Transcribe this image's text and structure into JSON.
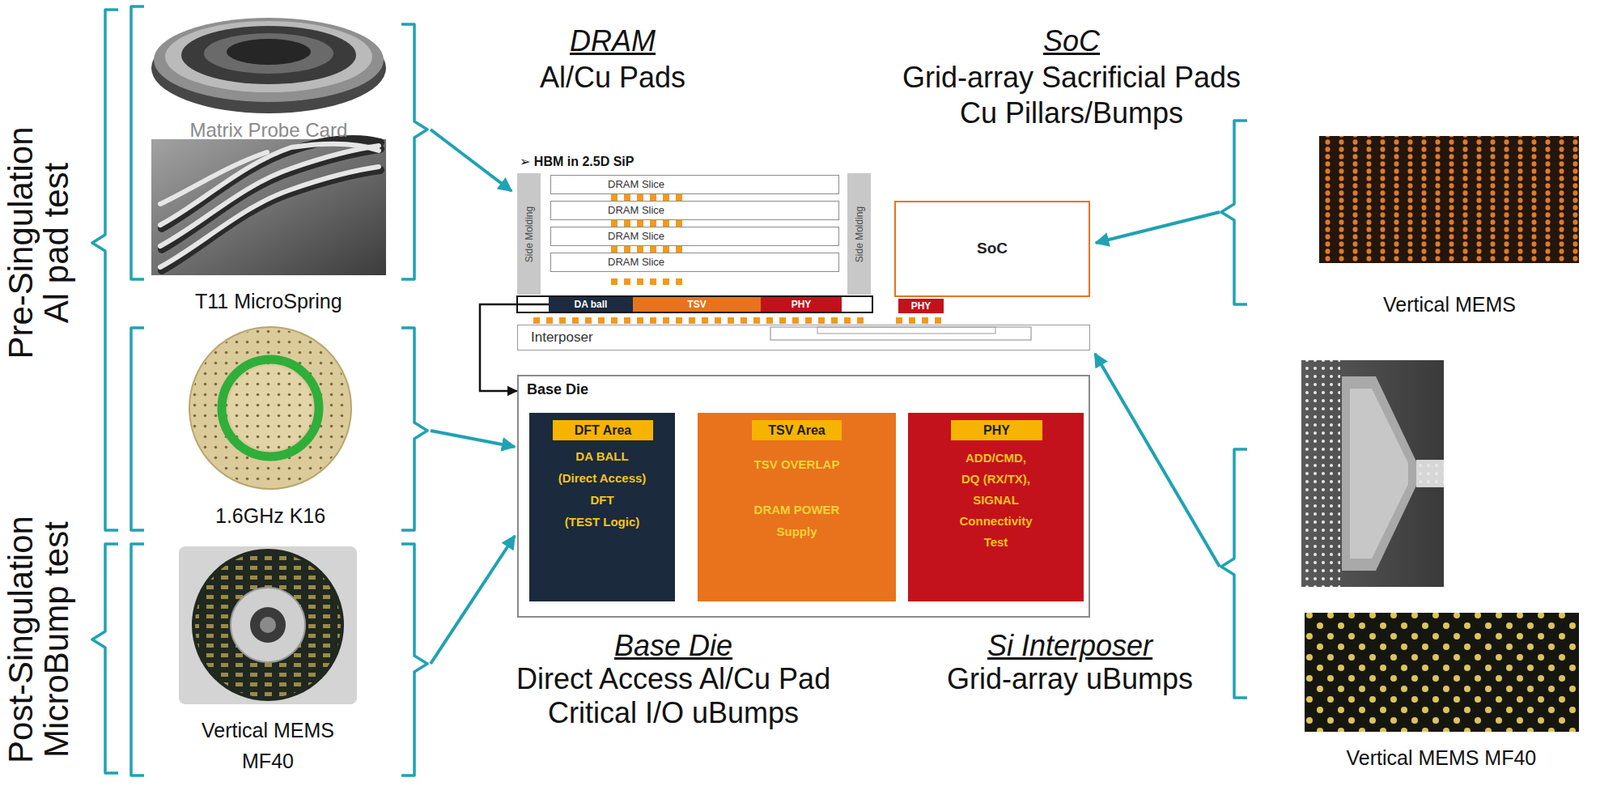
{
  "diagram": {
    "nodes": [
      {
        "text": [
          "Side Molding"
        ]
      },
      {
        "text": [
          "DRAM Slice"
        ]
      },
      {
        "text": [
          "DRAM Slice"
        ]
      },
      {
        "text": [
          "DRAM Slice"
        ]
      },
      {
        "text": [
          "DRAM Slice"
        ]
      },
      {
        "text": [
          "Side Molding"
        ]
      },
      {
        "text": [
          "DA ball"
        ]
      },
      {
        "text": [
          "TSV"
        ]
      },
      {
        "text": [
          "PHY"
        ]
      },
      {
        "text": [
          "SoC"
        ]
      },
      {
        "text": [
          "PHY"
        ]
      },
      {
        "text": [
          "Interposer"
        ]
      },
      {
        "text": [
          "Base Die"
        ]
      },
      {
        "text": [
          "DA BALL",
          "(Direct Access)",
          "DFT",
          "(TEST Logic)"
        ],
        "in": 12
      },
      {
        "text": [
          "DFT Area"
        ],
        "in": 13
      },
      {
        "text": [
          "TSV OVERLAP",
          "DRAM POWER Supply"
        ],
        "in": 12
      },
      {
        "text": [
          "TSV Area"
        ],
        "in": 15
      },
      {
        "text": [
          "ADD/CMD,",
          "DQ (RX/TX),",
          "SIGNAL Connectivity Test"
        ],
        "in": 12
      },
      {
        "text": [
          "PHY"
        ],
        "in": 17
      }
    ],
    "edges": [
      {
        "from": 6,
        "to": 12,
        "arrow": "to"
      }
    ],
    "labels": [
      "Pre-Singulation Al pad test",
      "Post-Singulation MicroBump test",
      "Matrix Probe Card",
      "T11 MicroSpring",
      "1.6GHz K16",
      "Vertical MEMS MF40",
      "DRAM",
      "Al/Cu Pads",
      "SoC",
      "Grid-array Sacrificial Pads",
      "Cu Pillars/Bumps",
      "➢ HBM in 2.5D SiP",
      "Base Die",
      "Direct Access Al/Cu Pad",
      "Critical I/O uBumps",
      "Si Interposer",
      "Grid-array uBumps",
      "Vertical MEMS",
      "Vertical MEMS MF40"
    ]
  }
}
